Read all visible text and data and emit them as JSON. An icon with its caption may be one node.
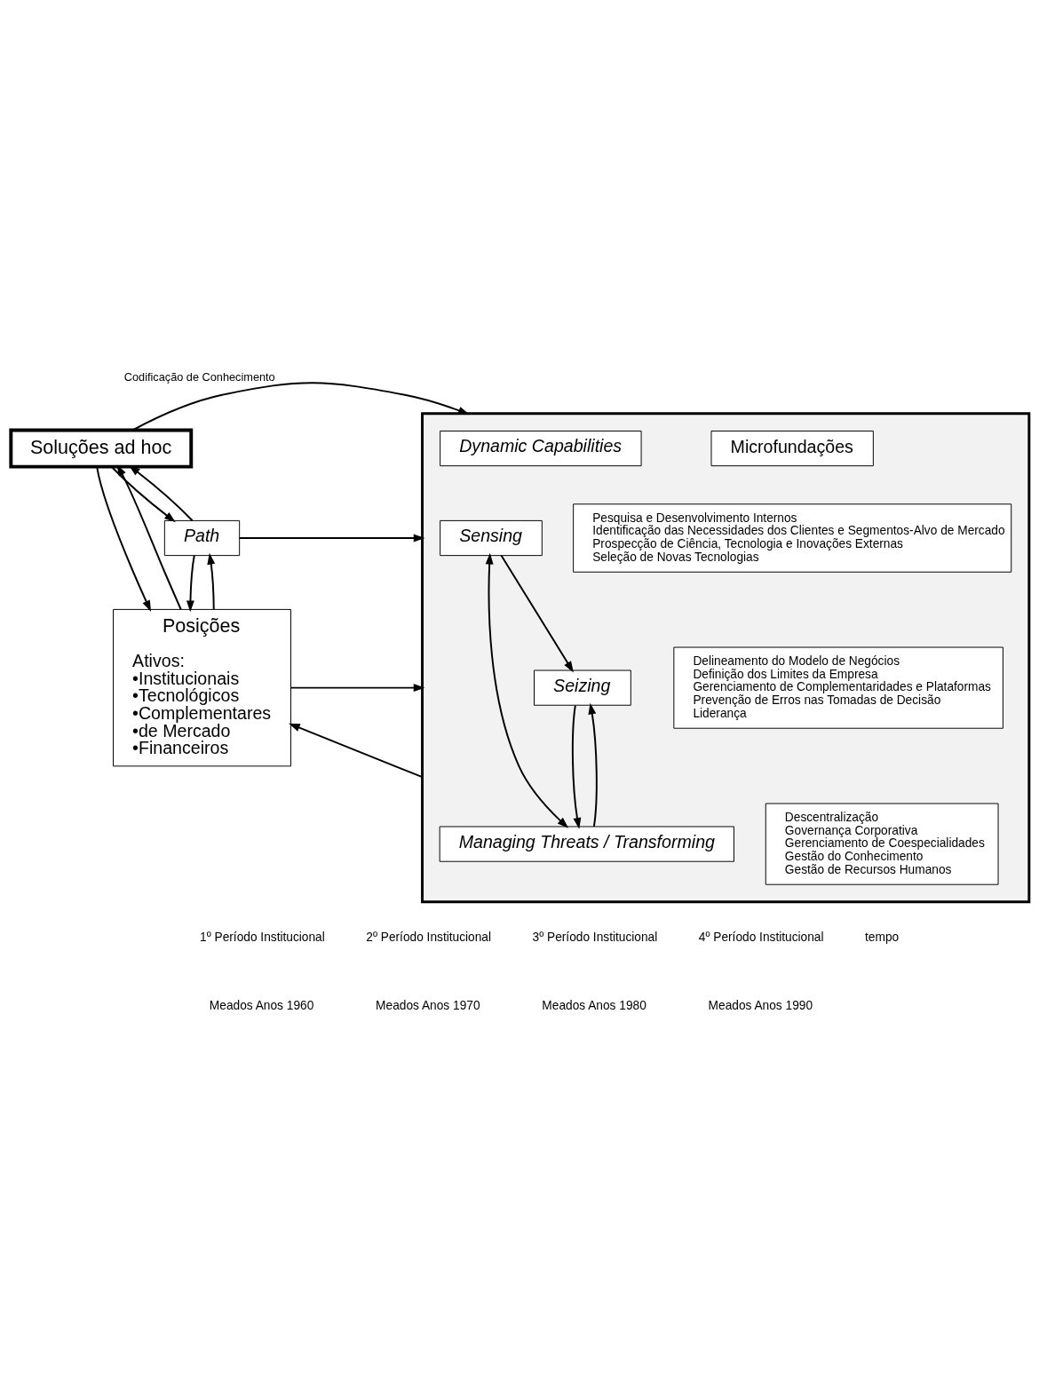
{
  "diagram": {
    "nodes": [
      {
        "text": [],
        "shape": "box"
      },
      {
        "text": [
          "Soluções ad hoc"
        ]
      },
      {
        "text": [
          "Path"
        ]
      },
      {
        "text": [
          "Posições",
          "Ativos:",
          "•Institucionais",
          "•Tecnológicos",
          "•Complementares",
          "•de Mercado",
          "•Financeiros"
        ]
      },
      {
        "text": [
          "Dynamic Capabilities"
        ],
        "in": 0
      },
      {
        "text": [
          "Microfundações"
        ],
        "in": 0
      },
      {
        "text": [
          "Sensing"
        ],
        "in": 0
      },
      {
        "text": [
          "Pesquisa e Desenvolvimento Internos",
          "Identificação das Necessidades dos Clientes e Segmentos-Alvo de Mercado",
          "Prospecção de Ciência, Tecnologia e Inovações Externas",
          "Seleção de Novas Tecnologias"
        ],
        "in": 0
      },
      {
        "text": [
          "Seizing"
        ],
        "in": 0
      },
      {
        "text": [
          "Delineamento do Modelo de Negócios",
          "Definição dos Limites da Empresa",
          "Gerenciamento de Complementaridades e Plataformas",
          "Prevenção de Erros nas Tomadas de Decisão",
          "Liderança"
        ],
        "in": 0
      },
      {
        "text": [
          "Managing Threats / Transforming"
        ],
        "in": 0
      },
      {
        "text": [
          "Descentralização",
          "Governança Corporativa",
          "Gerenciamento de Coespecialidades",
          "Gestão do Conhecimento",
          "Gestão de Recursos Humanos"
        ],
        "in": 0
      }
    ],
    "edges": [
      {
        "from": 1,
        "to": 0,
        "arrow": "to",
        "label": "Codificação de Conhecimento"
      },
      {
        "from": 1,
        "to": 3,
        "arrow": "to"
      },
      {
        "from": 3,
        "to": 1,
        "arrow": "to"
      },
      {
        "from": 1,
        "to": 2,
        "arrow": "to"
      },
      {
        "from": 2,
        "to": 1,
        "arrow": "to"
      },
      {
        "from": 2,
        "to": 0,
        "arrow": "to"
      },
      {
        "from": 2,
        "to": 3,
        "arrow": "to"
      },
      {
        "from": 3,
        "to": 2,
        "arrow": "to"
      },
      {
        "from": 3,
        "to": 0,
        "arrow": "to"
      },
      {
        "from": 0,
        "to": 3,
        "arrow": "to"
      },
      {
        "from": 6,
        "to": 8,
        "arrow": "to"
      },
      {
        "from": 8,
        "to": 10,
        "arrow": "to"
      },
      {
        "from": 6,
        "to": 10,
        "arrow": "both"
      },
      {
        "from": 10,
        "to": 8,
        "arrow": "to"
      }
    ],
    "labels": [
      "1º Período Institucional",
      "2º Período Institucional",
      "3º Período Institucional",
      "4º Período Institucional",
      "tempo",
      "Meados Anos 1960",
      "Meados Anos 1970",
      "Meados Anos 1980",
      "Meados Anos 1990"
    ]
  }
}
